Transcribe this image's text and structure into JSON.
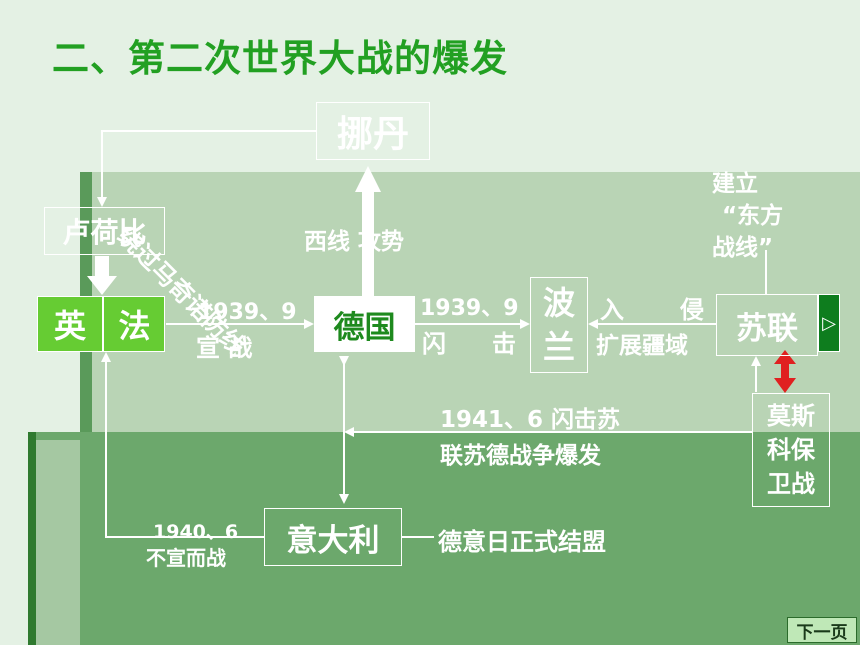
{
  "title": "二、第二次世界大战的爆发",
  "nodes": {
    "denmark": "挪丹",
    "luxembourg": "卢荷比",
    "britain": "英",
    "france": "法",
    "germany": "德国",
    "poland_1": "波",
    "poland_2": "兰",
    "ussr": "苏联",
    "moscow": [
      "莫斯",
      "科保",
      "卫战"
    ],
    "italy": "意大利"
  },
  "labels": {
    "maginot": "绕过马奇诺防线",
    "west_offensive": "西线  攻势",
    "declare_date": "1939、9",
    "declare_war": "宣    战",
    "blitz_date": "1939、9",
    "blitz_left": "闪",
    "blitz_right": "击",
    "invade_left": "入",
    "invade_right": "侵",
    "expand": "扩展疆域",
    "east_front": [
      "建立",
      "“东方",
      "战线”"
    ],
    "ussr_attack_1": "1941、6 闪击苏",
    "ussr_attack_2": "联苏德战争爆发",
    "italy_date": "1940、6",
    "italy_war": "不宣而战",
    "alliance": "德意日正式结盟"
  },
  "controls": {
    "play": "▷",
    "next_page": "下一页"
  },
  "colors": {
    "title": "#22a022",
    "britain_box": "#66cc33",
    "arrow_red": "#e02020",
    "nav_button": "#bfe8b7"
  }
}
